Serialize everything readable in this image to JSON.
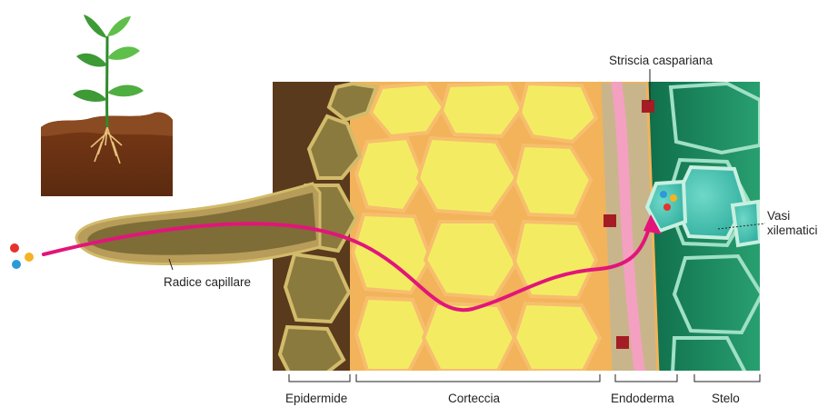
{
  "labels": {
    "casparian_strip": "Striscia caspariana",
    "xylem_vessels_line1": "Vasi",
    "xylem_vessels_line2": "xilematici",
    "root_hair": "Radice capillare"
  },
  "regions": {
    "epidermis": "Epidermide",
    "cortex": "Corteccia",
    "endodermis": "Endoderma",
    "stele": "Stelo"
  },
  "colors": {
    "water_path": "#e2157a",
    "cortex_cell": "#f6ef6c",
    "cell_wall": "#f5b25a",
    "epidermis_cell": "#8a7a3e",
    "stele_tissue": "#1f8a5f",
    "xylem_vessel": "#45c3b3",
    "casparian_band": "#a41d24",
    "soil": "#6b3314"
  },
  "icons": [
    "plant-seedling-icon",
    "ion-molecules-icon",
    "flow-arrow-icon"
  ]
}
